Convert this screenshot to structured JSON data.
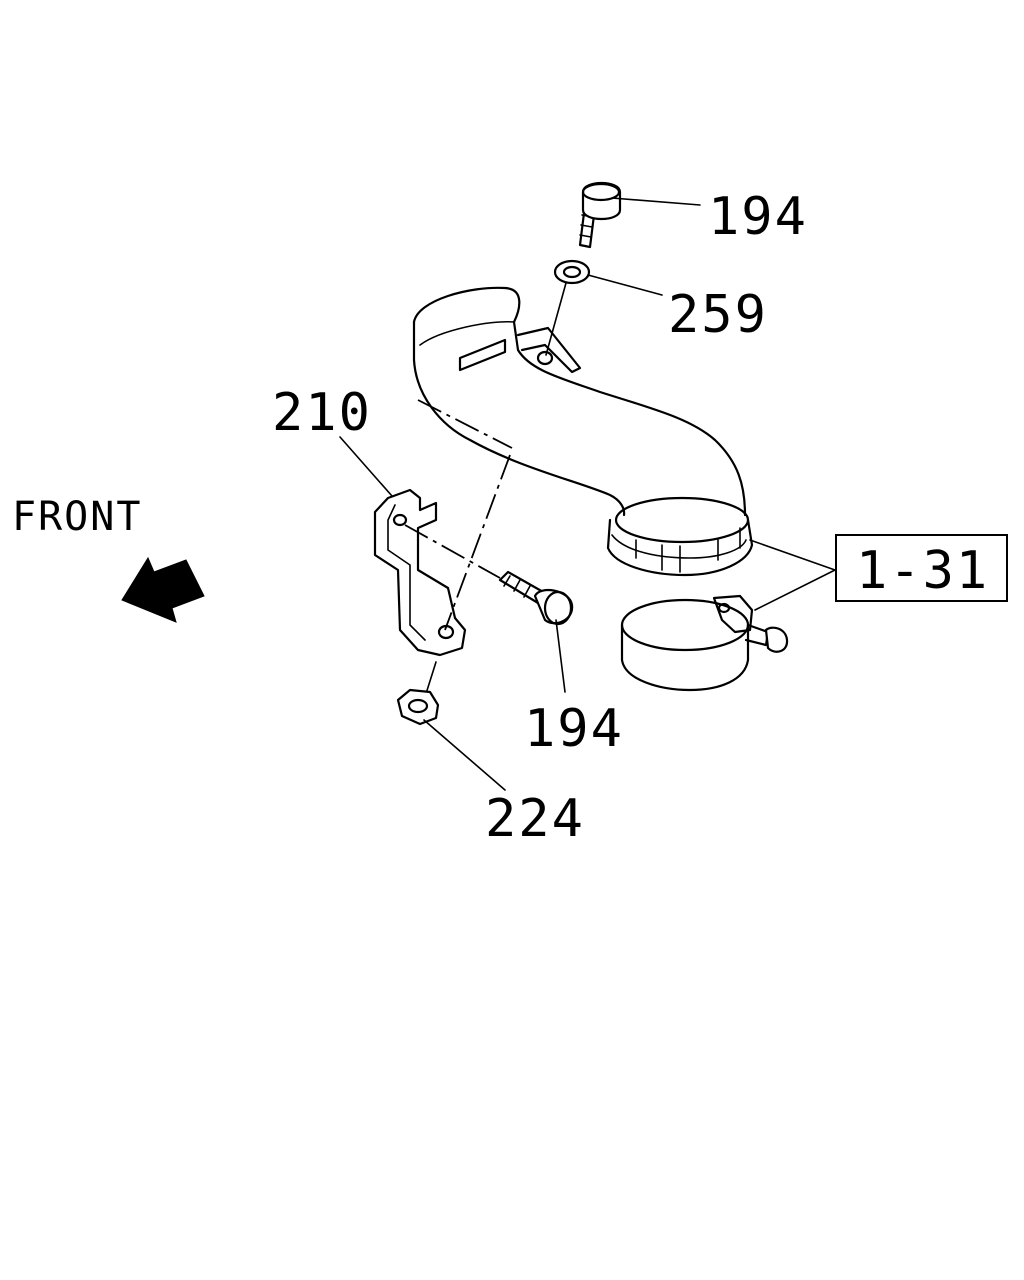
{
  "front": {
    "label": "FRONT"
  },
  "callouts": {
    "bolt_top": "194",
    "washer": "259",
    "bracket": "210",
    "bolt_bottom": "194",
    "nut": "224",
    "assembly_ref": "1-31"
  }
}
